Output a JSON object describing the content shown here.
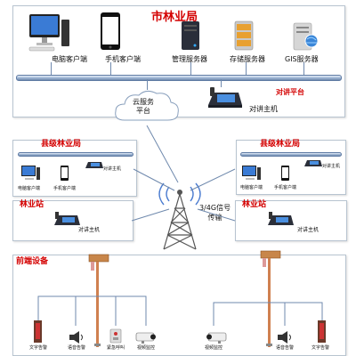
{
  "city_bureau": {
    "title": "市林业局",
    "devices": [
      "电脑客户端",
      "手机客户端",
      "管理服务器",
      "存储服务器",
      "GIS服务器"
    ],
    "intercom_platform": "对讲平台",
    "intercom_host": "对讲主机"
  },
  "cloud": {
    "label": "云服务\n平台"
  },
  "county_left": {
    "title": "县级林业局",
    "devices": [
      "电脑客户端",
      "手机客户端"
    ],
    "host": "对讲主机"
  },
  "county_right": {
    "title": "县级林业局",
    "devices": [
      "电脑客户端",
      "手机客户端"
    ],
    "host": "对讲主机"
  },
  "station_left": {
    "title": "林业站",
    "host": "对讲主机"
  },
  "station_right": {
    "title": "林业站",
    "host": "对讲主机"
  },
  "tower": {
    "label": "3/4G信号\n传输"
  },
  "frontend": {
    "title": "前端设备",
    "left_devices": [
      "文字告警",
      "语音告警",
      "紧急呼叫",
      "视频监控"
    ],
    "right_devices": [
      "视频监控",
      "语音告警",
      "文字告警"
    ]
  },
  "colors": {
    "title_red": "#d40000",
    "pipe_blue": "#6f89ad"
  }
}
